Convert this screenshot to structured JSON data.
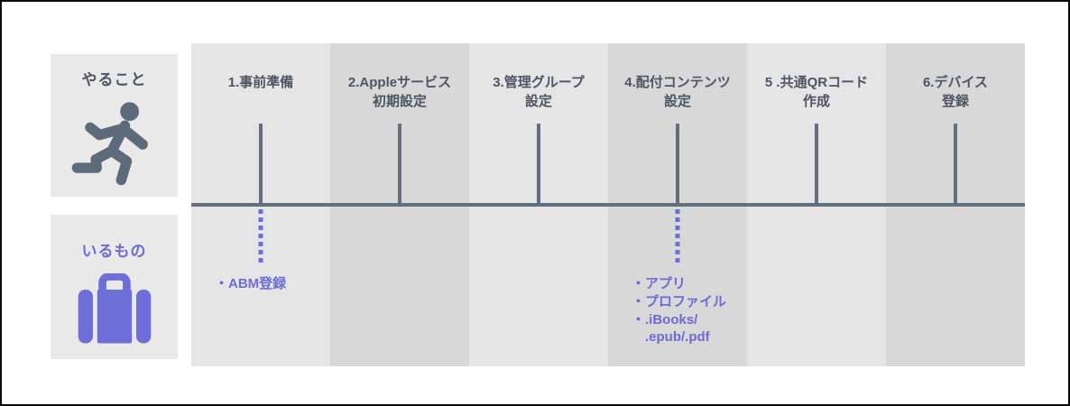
{
  "diagram": {
    "type": "process-timeline",
    "language": "ja",
    "colors": {
      "accent_purple": "#6e6ed8",
      "purple_text": "#6b6bd4",
      "slate_text": "#4d5565",
      "timeline": "#5f7181",
      "column_light": "#e5e5e5",
      "column_dark": "#d8d8d8",
      "side_box_bg": "#e9e9e9",
      "border": "#0b0b0b"
    },
    "sidebar": {
      "todo": {
        "label": "やること",
        "icon": "runner-icon"
      },
      "need": {
        "label": "いるもの",
        "icon": "briefcase-icon"
      }
    },
    "timeline": {
      "columns": [
        {
          "label": "1.事前準備",
          "note": "・ABM登録"
        },
        {
          "label": "2.Appleサービス\n初期設定",
          "note": ""
        },
        {
          "label": "3.管理グループ\n設定",
          "note": ""
        },
        {
          "label": "4.配付コンテンツ\n設定",
          "note": "・アプリ\n・プロファイル\n・.iBooks/\n　.epub/.pdf"
        },
        {
          "label": "5 .共通QRコード\n作成",
          "note": ""
        },
        {
          "label": "6.デバイス\n登録",
          "note": ""
        }
      ]
    }
  }
}
